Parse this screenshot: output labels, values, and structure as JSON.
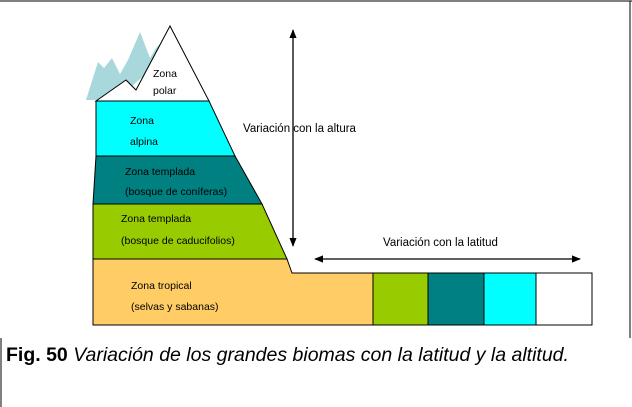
{
  "zones": [
    {
      "id": "polar",
      "line1": "Zona",
      "line2": "polar",
      "color": "#ffffff"
    },
    {
      "id": "alpina",
      "line1": "Zona",
      "line2": "alpina",
      "color": "#00ffff"
    },
    {
      "id": "coniferas",
      "line1": "Zona templada",
      "line2": "(bosque de coníferas)",
      "color": "#008080"
    },
    {
      "id": "caducifolios",
      "line1": "Zona templada",
      "line2": "(bosque de caducifolios)",
      "color": "#99cc00"
    },
    {
      "id": "tropical",
      "line1": "Zona tropical",
      "line2": "(selvas y sabanas)",
      "color": "#ffcc66"
    }
  ],
  "snow_peaks_color": "#a8d8dc",
  "arrows": {
    "altitude_label": "Variación con la altura",
    "latitude_label": "Variación con la latitud"
  },
  "caption": {
    "number": "Fig. 50",
    "text": "Variación de los grandes biomas con la latitud y la altitud."
  }
}
